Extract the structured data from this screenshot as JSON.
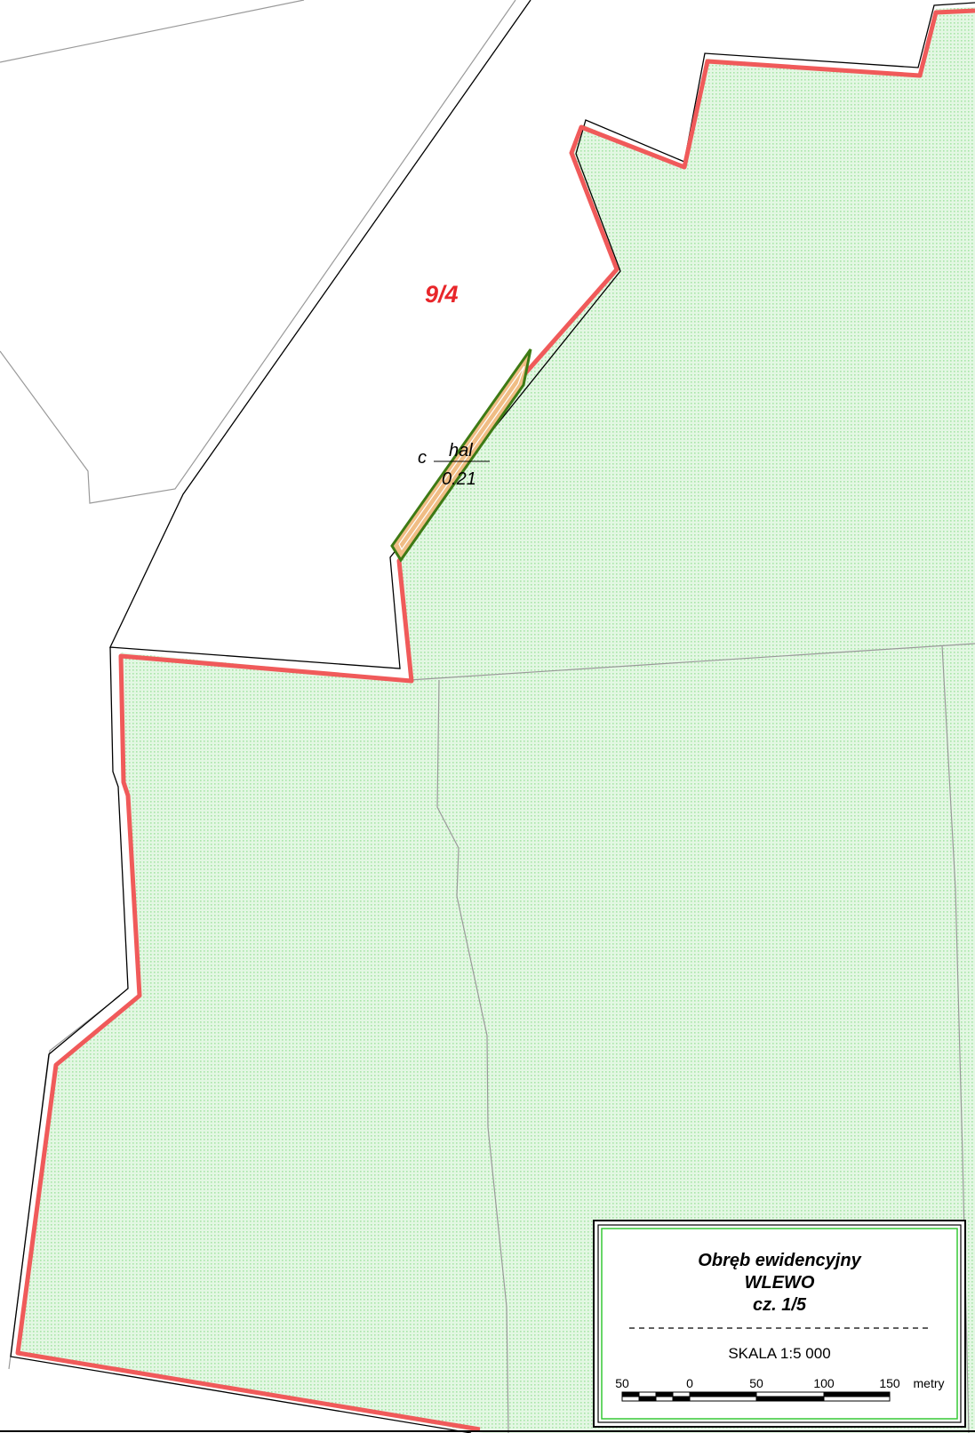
{
  "map": {
    "parcel_number": "9/4",
    "land_use": {
      "prefix": "c",
      "class": "hal",
      "area": "0.21"
    }
  },
  "legend": {
    "title_line1": "Obręb ewidencyjny",
    "title_line2": "WLEWO",
    "title_line3": "cz. 1/5",
    "scale_text": "SKALA 1:5 000",
    "scale_ticks": [
      "50",
      "0",
      "50",
      "100",
      "150"
    ],
    "scale_unit": "metry"
  },
  "colors": {
    "boundary_red": "#f05a5a",
    "green_fill": "#e3f7e3",
    "green_dot": "#a8e6a8",
    "strip_fill": "#f0bd85",
    "strip_outline": "#3d7a14",
    "parcel_label": "#e8262a",
    "legend_frame_green": "#35c935"
  }
}
